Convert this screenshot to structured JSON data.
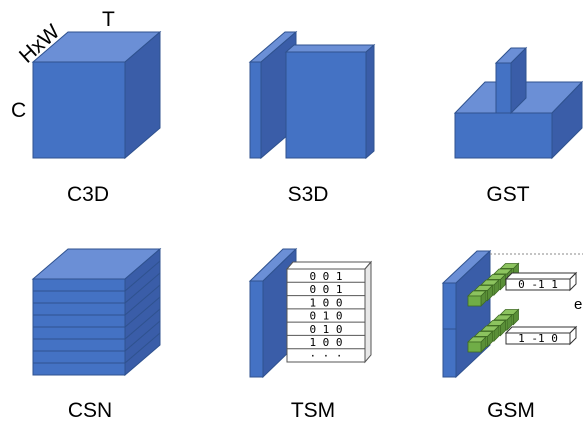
{
  "colors": {
    "front": "#4472C4",
    "top": "#6B8FD6",
    "side": "#3A5DA8",
    "edge": "#2F528F",
    "green_front": "#70AD47",
    "green_top": "#8CC35F",
    "green_side": "#5A8F38"
  },
  "c3d": {
    "caption": "C3D",
    "labels": {
      "hw": "HxW",
      "t": "T",
      "c": "C"
    }
  },
  "s3d": {
    "caption": "S3D"
  },
  "gst": {
    "caption": "GST"
  },
  "csn": {
    "caption": "CSN",
    "slice_count": 8
  },
  "tsm": {
    "caption": "TSM",
    "rows": [
      "0 0 1",
      "0 0 1",
      "1 0 0",
      "0 1 0",
      "0 1 0",
      "1 0 0",
      "· · ·"
    ]
  },
  "gsm": {
    "caption": "GSM",
    "vector_top": "0 -1 1",
    "vector_bottom": "1 -1 0",
    "cut_text": "e"
  }
}
